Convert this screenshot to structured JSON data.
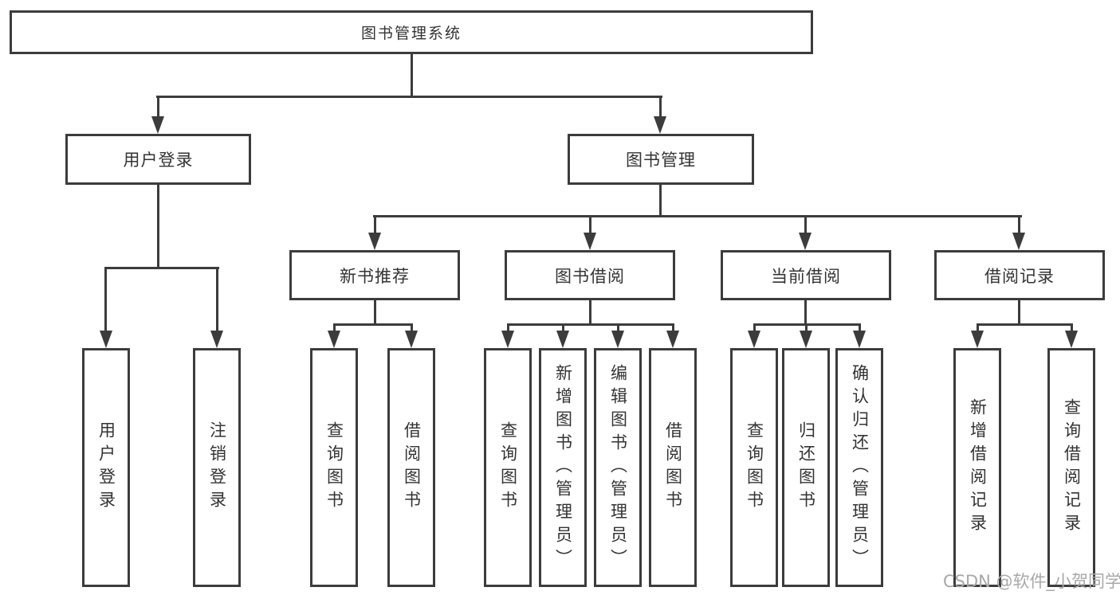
{
  "diagram": {
    "root": {
      "label": "图书管理系统"
    },
    "branches": [
      {
        "label": "用户登录",
        "children": [
          {
            "label": "用户登录"
          },
          {
            "label": "注销登录"
          }
        ]
      },
      {
        "label": "图书管理",
        "children": [
          {
            "label": "新书推荐",
            "children": [
              {
                "label": "查询图书"
              },
              {
                "label": "借阅图书"
              }
            ]
          },
          {
            "label": "图书借阅",
            "children": [
              {
                "label": "查询图书"
              },
              {
                "label": "新增图书（管理员）"
              },
              {
                "label": "编辑图书（管理员）"
              },
              {
                "label": "借阅图书"
              }
            ]
          },
          {
            "label": "当前借阅",
            "children": [
              {
                "label": "查询图书"
              },
              {
                "label": "归还图书"
              },
              {
                "label": "确认归还（管理员）"
              }
            ]
          },
          {
            "label": "借阅记录",
            "children": [
              {
                "label": "新增借阅记录"
              },
              {
                "label": "查询借阅记录"
              }
            ]
          }
        ]
      }
    ],
    "watermark": "CSDN @软件_小贺同学",
    "colors": {
      "line": "#3c3c3c",
      "text": "#333333",
      "background": "#ffffff",
      "watermark": "#a8a8a8"
    }
  }
}
